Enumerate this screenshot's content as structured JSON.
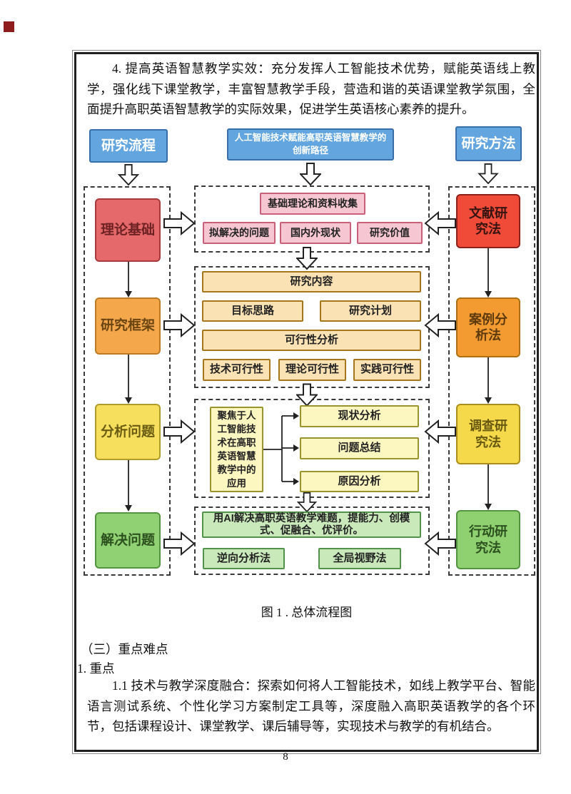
{
  "page": {
    "number": "8"
  },
  "document": {
    "intro": "4. 提高英语智慧教学实效：充分发挥人工智能技术优势，赋能英语线上教学，强化线下课堂教学，丰富智慧教学手段，营造和谐的英语课堂教学氛围，全面提升高职英语智慧教学的实际效果，促进学生英语核心素养的提升。",
    "caption": "图 1 . 总体流程图",
    "section_heading": "（三）重点难点",
    "sub_heading": "1. 重点",
    "body": "1.1 技术与教学深度融合：探索如何将人工智能技术，如线上教学平台、智能语言测试系统、个性化学习方案制定工具等，深度融入高职英语教学的各个环节，包括课程设计、课堂教学、课后辅导等，实现技术与教学的有机结合。"
  },
  "diagram": {
    "left_header": "研究流程",
    "center_title": "人工智能技术赋能高职英语智慧教学的创新路径",
    "right_header": "研究方法",
    "stages": [
      "理论基础",
      "研究框架",
      "分析问题",
      "解决问题"
    ],
    "methods": [
      "文献研究法",
      "案例分析法",
      "调查研究法",
      "行动研究法"
    ],
    "group1": {
      "header": "基础理论和资料收集",
      "items": [
        "拟解决的问题",
        "国内外现状",
        "研究价值"
      ]
    },
    "group2": {
      "row1": "研究内容",
      "row2": [
        "目标思路",
        "研究计划"
      ],
      "row3": "可行性分析",
      "row4": [
        "技术可行性",
        "理论可行性",
        "实践可行性"
      ]
    },
    "group3": {
      "focus": "聚焦于人工智能技术在高职英语智慧教学中的应用",
      "items": [
        "现状分析",
        "问题总结",
        "原因分析"
      ]
    },
    "group4": {
      "header": "用AI解决高职英语教学难题，提能力、创模式、促融合、优评价。",
      "items": [
        "逆向分析法",
        "全局视野法"
      ]
    }
  },
  "colors": {
    "header_blue": "#63a6df",
    "stage_red": "#e5696b",
    "stage_orange": "#f5a74b",
    "stage_yellow": "#f6df5c",
    "stage_green": "#90d173",
    "method_red": "#ef4b38",
    "method_orange": "#f39b31",
    "method_yellow": "#f5d94a",
    "method_green": "#8fd070",
    "light_pink": "#f6c7d2",
    "light_orange": "#fbe2b4",
    "light_yellow": "#fcf6c0",
    "light_green": "#c9e9ba",
    "corner_mark": "#8f1d1d"
  }
}
